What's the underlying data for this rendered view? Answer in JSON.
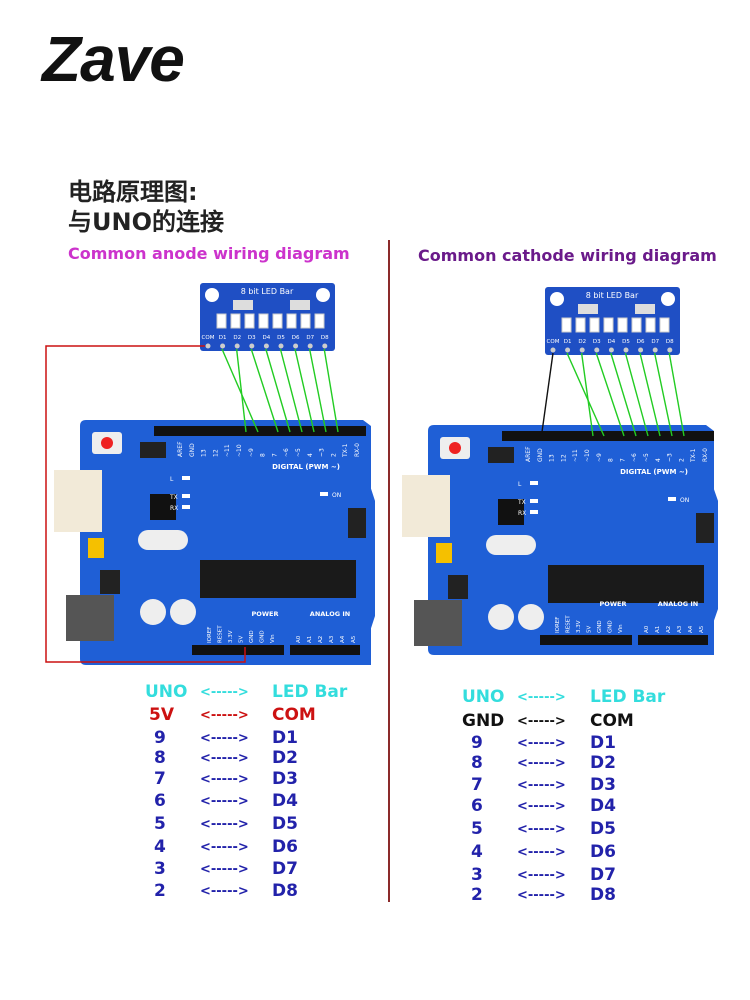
{
  "brand": "Zave",
  "title_line1": "电路原理图:",
  "title_line2": "与UNO的连接",
  "colors": {
    "uno_header": "#33dddd",
    "red": "#cc1111",
    "blue": "#2222aa",
    "black": "#111111",
    "board": "#1f5fd6",
    "wire_green": "#22cc22"
  },
  "led_module": {
    "title": "8 bit LED Bar",
    "pins": [
      "COM",
      "D1",
      "D2",
      "D3",
      "D4",
      "D5",
      "D6",
      "D7",
      "D8"
    ]
  },
  "board": {
    "digital_pins": [
      "AREF",
      "GND",
      "13",
      "12",
      "~11",
      "~10",
      "~9",
      "8",
      "7",
      "~6",
      "~5",
      "4",
      "~3",
      "2",
      "TX-1",
      "RX-0"
    ],
    "digital_label": "DIGITAL (PWM ~)",
    "power_label": "POWER",
    "power_pins": [
      "IOREF",
      "RESET",
      "3.3V",
      "5V",
      "GND",
      "GND",
      "Vin"
    ],
    "analog_label": "ANALOG IN",
    "analog_pins": [
      "A0",
      "A1",
      "A2",
      "A3",
      "A4",
      "A5"
    ],
    "led_labels": [
      "L",
      "TX",
      "RX",
      "ON"
    ]
  },
  "diagrams": [
    {
      "heading": "Common anode wiring diagram",
      "heading_color": "#cc33cc",
      "table_header": {
        "left": "UNO",
        "arrow": "<----->",
        "right": "LED Bar"
      },
      "rows": [
        {
          "uno": "5V",
          "arrow": "<----->",
          "bar": "COM",
          "color": "#cc1111"
        },
        {
          "uno": "9",
          "arrow": "<----->",
          "bar": "D1"
        },
        {
          "uno": "8",
          "arrow": "<----->",
          "bar": "D2"
        },
        {
          "uno": "7",
          "arrow": "<----->",
          "bar": "D3"
        },
        {
          "uno": "6",
          "arrow": "<----->",
          "bar": "D4"
        },
        {
          "uno": "5",
          "arrow": "<----->",
          "bar": "D5"
        },
        {
          "uno": "4",
          "arrow": "<----->",
          "bar": "D6"
        },
        {
          "uno": "3",
          "arrow": "<----->",
          "bar": "D7"
        },
        {
          "uno": "2",
          "arrow": "<----->",
          "bar": "D8"
        }
      ]
    },
    {
      "heading": "Common cathode wiring diagram",
      "heading_color": "#6a1a8a",
      "table_header": {
        "left": "UNO",
        "arrow": "<----->",
        "right": "LED Bar"
      },
      "rows": [
        {
          "uno": "GND",
          "arrow": "<----->",
          "bar": "COM",
          "color": "#111111"
        },
        {
          "uno": "9",
          "arrow": "<----->",
          "bar": "D1"
        },
        {
          "uno": "8",
          "arrow": "<----->",
          "bar": "D2"
        },
        {
          "uno": "7",
          "arrow": "<----->",
          "bar": "D3"
        },
        {
          "uno": "6",
          "arrow": "<----->",
          "bar": "D4"
        },
        {
          "uno": "5",
          "arrow": "<----->",
          "bar": "D5"
        },
        {
          "uno": "4",
          "arrow": "<----->",
          "bar": "D6"
        },
        {
          "uno": "3",
          "arrow": "<----->",
          "bar": "D7"
        },
        {
          "uno": "2",
          "arrow": "<----->",
          "bar": "D8"
        }
      ]
    }
  ]
}
